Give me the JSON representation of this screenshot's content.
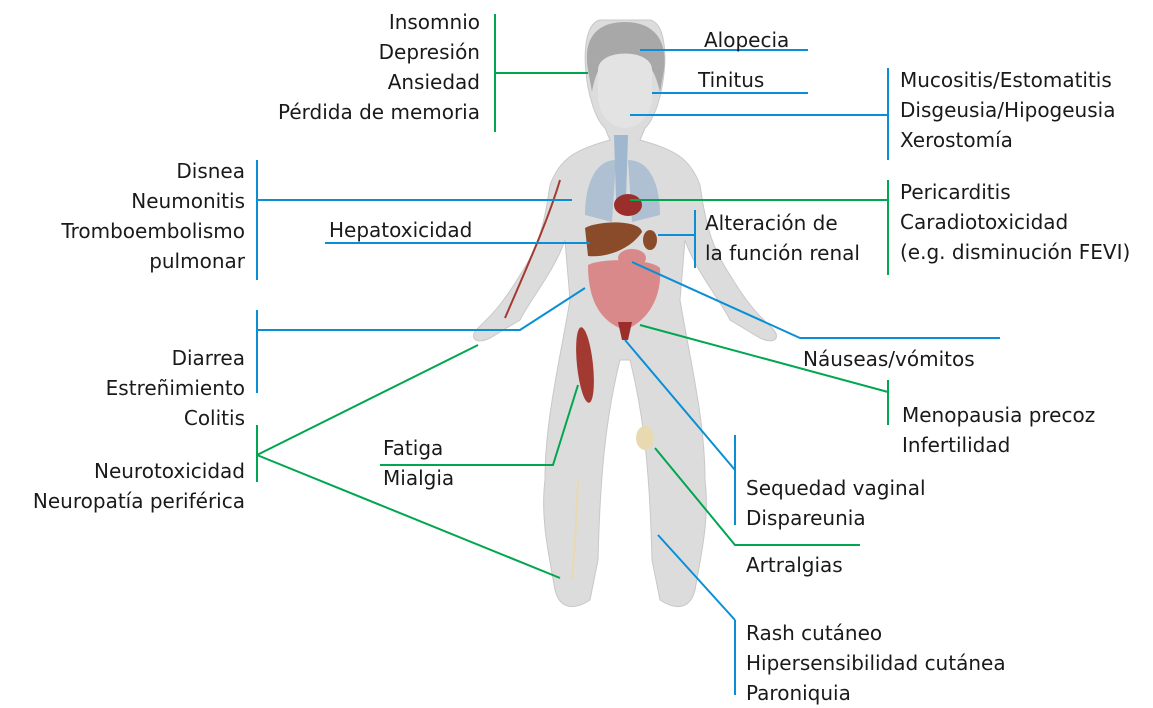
{
  "colors": {
    "nervous": "#00a650",
    "other": "#0a8fd6",
    "skin": "#dcdcdc",
    "hair": "#a8a8a8",
    "muscle": "#a33a32",
    "digestive": "#d9898a",
    "liver": "#8a4b2a",
    "lungs": "#9fb7cf",
    "heart": "#9b2e2a"
  },
  "labels": {
    "psych": [
      "Insomnio",
      "Depresión",
      "Ansiedad",
      "Pérdida de memoria"
    ],
    "alopecia": "Alopecia",
    "tinitus": "Tinitus",
    "oral": [
      "Mucositis/Estomatitis",
      "Disgeusia/Hipogeusia",
      "Xerostomía"
    ],
    "respiratory": [
      "Disnea",
      "Neumonitis",
      "Tromboembolismo",
      "pulmonar"
    ],
    "hepatotox": "Hepatoxicidad",
    "renal": [
      "Alteración  de",
      "la función renal"
    ],
    "cardiac": [
      "Pericarditis",
      "Caradiotoxicidad",
      "(e.g. disminución FEVI)"
    ],
    "gi": [
      "Diarrea",
      "Estreñimiento",
      "Colitis"
    ],
    "nausea": "Náuseas/vómitos",
    "reproductive": [
      "Menopausia precoz",
      "Infertilidad"
    ],
    "neuro": [
      "Neurotoxicidad",
      "Neuropatía periférica"
    ],
    "muscular": [
      "Fatiga",
      "Mialgia"
    ],
    "vaginal": [
      "Sequedad vaginal",
      "Dispareunia"
    ],
    "artralgia": "Artralgias",
    "skin": [
      "Rash cutáneo",
      "Hipersensibilidad cutánea",
      "Paroniquia"
    ]
  }
}
